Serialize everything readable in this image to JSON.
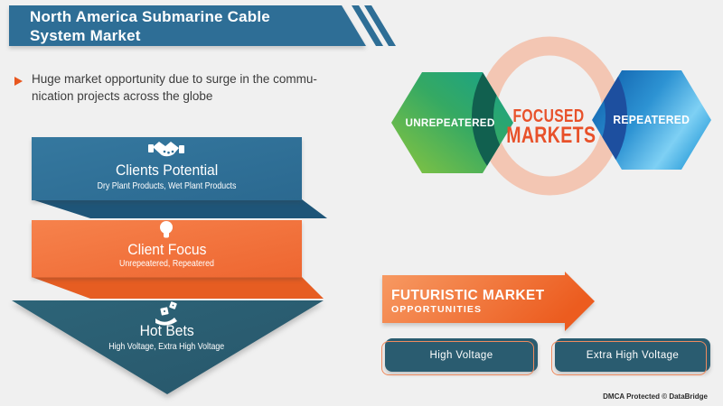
{
  "slide": {
    "background_color": "#f0f0f0",
    "header": {
      "title_line1": "North America Submarine Cable",
      "title_line2": "System Market",
      "banner_color": "#2e6e96",
      "bullet": {
        "line1": "Huge market opportunity due to surge in the commu-",
        "line2": "nication projects across the globe",
        "marker_color": "#e8571f"
      }
    },
    "funnel": {
      "layers": [
        {
          "title": "Clients Potential",
          "subtitle": "Dry Plant Products, Wet Plant Products",
          "icon": "handshake-icon",
          "color": "#2e6e96",
          "fold_color": "#1e5578"
        },
        {
          "title": "Client Focus",
          "subtitle": "Unrepeatered, Repeatered",
          "icon": "lightbulb-icon",
          "color": "#f2703d",
          "fold_color": "#e65d22"
        },
        {
          "title": "Hot Bets",
          "subtitle": "High Voltage, Extra High Voltage",
          "icon": "hand-dice-icon",
          "color": "#2a5c70"
        }
      ]
    },
    "focus_diagram": {
      "center_line1": "FOCUSED",
      "center_line2": "MARKETS",
      "center_text_color": "#e8512a",
      "ring_color": "#f3c6b3",
      "hexagons": [
        {
          "label": "UNREPEATERED",
          "gradient_start": "#15a18c",
          "gradient_end": "#8cc63e",
          "crescent_color": "#11604f"
        },
        {
          "label": "REPEATERED",
          "gradient_start": "#0c59a7",
          "gradient_end": "#3fa9e0",
          "crescent_color": "#1d4f9f"
        }
      ]
    },
    "futuristic": {
      "title": "FUTURISTIC MARKET",
      "subtitle": "OPPORTUNITIES",
      "arrow_color": "#ee6628",
      "buttons": [
        {
          "label": "High Voltage"
        },
        {
          "label": "Extra High Voltage"
        }
      ]
    },
    "footer": {
      "dmca_text": "DMCA Protected © DataBridge"
    }
  }
}
